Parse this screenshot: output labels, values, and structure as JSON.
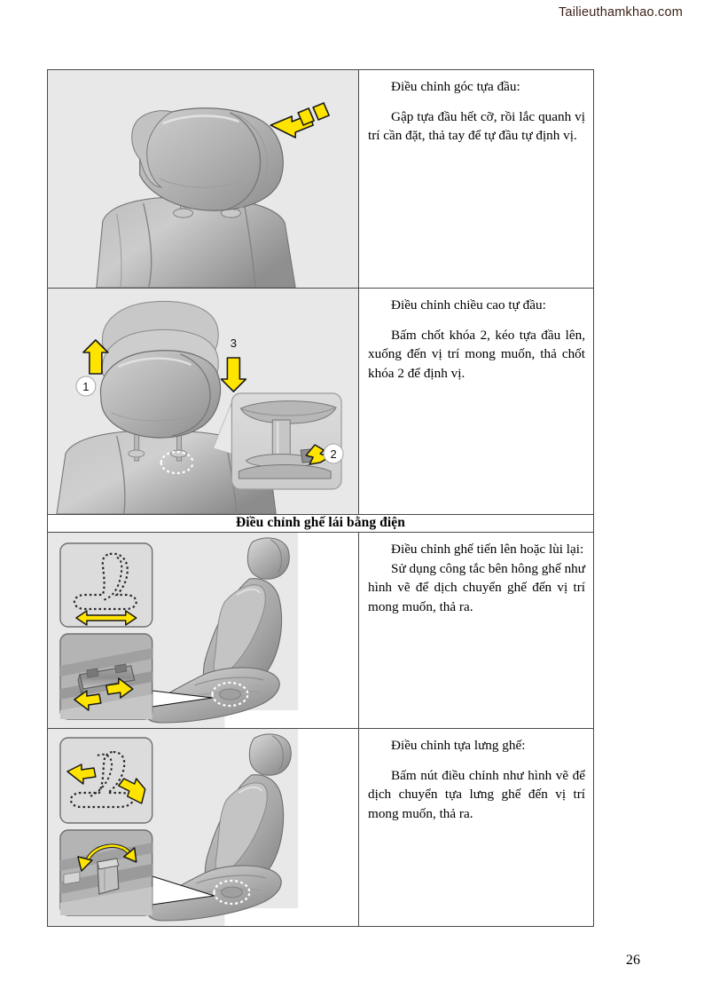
{
  "header": {
    "watermark": "Tailieuthamkhao.com",
    "watermark_color": "#3a1f14"
  },
  "page": {
    "number": "26"
  },
  "colors": {
    "arrow_yellow": "#ffe400",
    "arrow_outline": "#1a1a1a",
    "figure_background": "#e8e8e8",
    "inset_background": "#dcdcdc",
    "table_border": "#4a4a4a",
    "seat_light": "#d3d3d3",
    "seat_mid": "#aeaeae",
    "seat_dark": "#7d7d7d"
  },
  "section_header": {
    "title": "Điều chỉnh ghế lái bằng điện"
  },
  "rows": [
    {
      "id": "headrest-angle",
      "figure": {
        "name": "headrest-angle-figure",
        "alt": "Tựa đầu ghế với mũi tên vàng chỉ hướng gập",
        "markers": [],
        "arrows": [
          "arrow-left-motion"
        ]
      },
      "text": {
        "heading": "Điều chỉnh góc tựa đầu:",
        "body": "Gập tựa đầu hết cỡ, rồi lắc quanh vị trí cần đặt, thả tay để tự đầu tự định vị."
      }
    },
    {
      "id": "headrest-height",
      "figure": {
        "name": "headrest-height-figure",
        "alt": "Tựa đầu ghế với mũi tên lên xuống và hình chi tiết chốt khóa",
        "markers": [
          "1",
          "3",
          "2"
        ],
        "arrows": [
          "arrow-up",
          "arrow-down",
          "arrow-press"
        ]
      },
      "text": {
        "heading": "Điều chỉnh chiều cao tự đầu:",
        "body": "Bấm chốt khóa 2, kéo tựa đầu lên, xuống đến vị trí mong muốn, thả chốt khóa 2 để định vị."
      }
    },
    {
      "id": "seat-slide",
      "figure": {
        "name": "seat-slide-figure",
        "alt": "Ghế lái với hình chi tiết công tắc trượt tiến lùi",
        "markers": [],
        "arrows": [
          "arrow-double-horizontal",
          "arrow-left",
          "arrow-right"
        ]
      },
      "text": {
        "heading": "Điều chỉnh ghế tiến lên hoặc lùi lại:",
        "body": "Sử dụng công tắc bên hông ghế như hình vẽ để dịch chuyển ghế đến vị trí mong muốn, thả ra."
      }
    },
    {
      "id": "seatback-recline",
      "figure": {
        "name": "seatback-recline-figure",
        "alt": "Ghế lái với hình chi tiết công tắc ngả lưng ghế",
        "markers": [],
        "arrows": [
          "arrow-recline-back",
          "arrow-recline-forward",
          "arrow-curved"
        ]
      },
      "text": {
        "heading": "Điều chỉnh tựa lưng ghế:",
        "body": "Bấm nút điều chỉnh như hình vẽ để dịch chuyển tựa lưng ghế đến vị trí mong muốn, thả ra."
      }
    }
  ]
}
